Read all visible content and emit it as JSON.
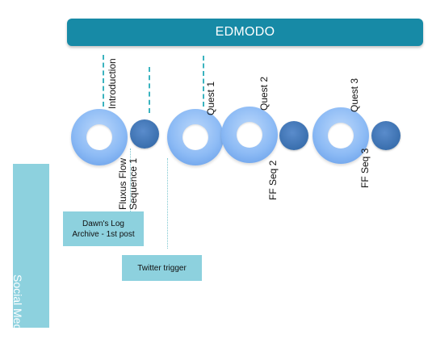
{
  "header": {
    "title": "EDMODO"
  },
  "nodes": {
    "introduction": "Introduction",
    "fluxus_line1": "Fluxus Flow",
    "fluxus_line2": "Sequence 1",
    "quest1": "Quest 1",
    "quest2": "Quest 2",
    "ff_seq2": "FF Seq 2",
    "quest3": "Quest 3",
    "ff_seq3": "FF Seq 3"
  },
  "sidebar": {
    "label": "Social Media"
  },
  "notes": {
    "dawns_log_line1": "Dawn's Log",
    "dawns_log_line2": "Archive - 1st post",
    "twitter": "Twitter trigger"
  },
  "colors": {
    "edmodo_bar": "#178aa6",
    "ring": "#8dbbf5",
    "dot": "#3a6fae",
    "social_panel": "#8dd1de",
    "connector": "#3ab3bf"
  }
}
